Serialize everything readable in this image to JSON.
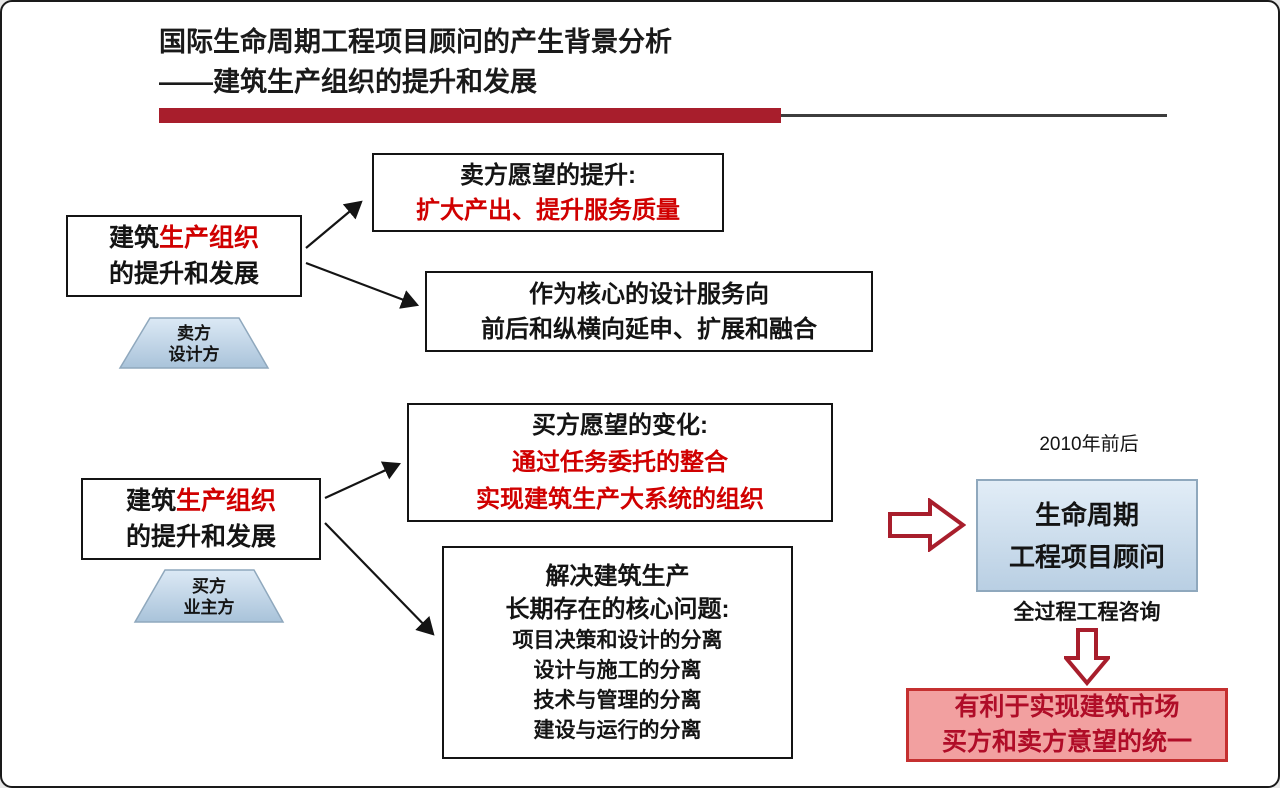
{
  "title": {
    "line1": "国际生命周期工程项目顾问的产生背景分析",
    "line2": "——建筑生产组织的提升和发展"
  },
  "colors": {
    "accent_red": "#a81e2c",
    "text_red": "#d00000",
    "pink_fill": "#f2a0a0",
    "pink_text": "#b00d28",
    "blue_top": "#e2edf7",
    "blue_bottom": "#b9cfe3"
  },
  "seller_group": {
    "source_box": {
      "prefix": "建筑",
      "highlight": "生产组织",
      "line2": "的提升和发展"
    },
    "trapezoid": {
      "line1": "卖方",
      "line2": "设计方"
    },
    "outcome1": {
      "line1": "卖方愿望的提升:",
      "line2": "扩大产出、提升服务质量"
    },
    "outcome2": {
      "line1": "作为核心的设计服务向",
      "line2": "前后和纵横向延申、扩展和融合"
    }
  },
  "buyer_group": {
    "source_box": {
      "prefix": "建筑",
      "highlight": "生产组织",
      "line2": "的提升和发展"
    },
    "trapezoid": {
      "line1": "买方",
      "line2": "业主方"
    },
    "outcome1": {
      "line1": "买方愿望的变化:",
      "line2": "通过任务委托的整合",
      "line3": "实现建筑生产大系统的组织"
    },
    "outcome2": {
      "line1": "解决建筑生产",
      "line2": "长期存在的核心问题:",
      "items": [
        "项目决策和设计的分离",
        "设计与施工的分离",
        "技术与管理的分离",
        "建设与运行的分离"
      ]
    }
  },
  "result": {
    "period_label": "2010年前后",
    "box": {
      "line1": "生命周期",
      "line2": "工程项目顾问"
    },
    "sub_label": "全过程工程咨询",
    "conclusion": {
      "line1": "有利于实现建筑市场",
      "line2": "买方和卖方意望的统一"
    }
  }
}
